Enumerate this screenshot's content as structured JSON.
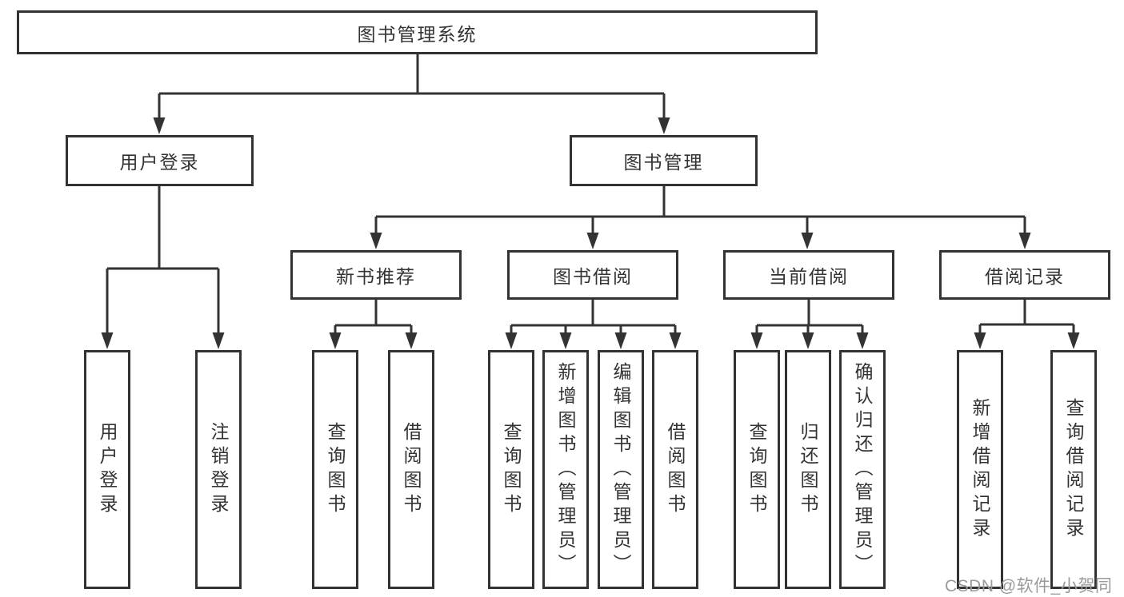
{
  "diagram": {
    "root": {
      "label": "图书管理系统",
      "children": [
        {
          "label": "用户登录",
          "children": [
            {
              "label": "用户登录"
            },
            {
              "label": "注销登录"
            }
          ]
        },
        {
          "label": "图书管理",
          "children": [
            {
              "label": "新书推荐",
              "children": [
                {
                  "label": "查询图书"
                },
                {
                  "label": "借阅图书"
                }
              ]
            },
            {
              "label": "图书借阅",
              "children": [
                {
                  "label": "查询图书"
                },
                {
                  "label": "新增图书（管理员）"
                },
                {
                  "label": "编辑图书（管理员）"
                },
                {
                  "label": "借阅图书"
                }
              ]
            },
            {
              "label": "当前借阅",
              "children": [
                {
                  "label": "查询图书"
                },
                {
                  "label": "归还图书"
                },
                {
                  "label": "确认归还（管理员）"
                }
              ]
            },
            {
              "label": "借阅记录",
              "children": [
                {
                  "label": "新增借阅记录"
                },
                {
                  "label": "查询借阅记录"
                }
              ]
            }
          ]
        }
      ]
    }
  },
  "watermark": {
    "text": "CSDN @软件_小贺同学"
  },
  "colors": {
    "line": "#333333",
    "box_border": "#333333",
    "text": "#333333",
    "watermark": "#9b9b9b",
    "background": "#ffffff"
  }
}
